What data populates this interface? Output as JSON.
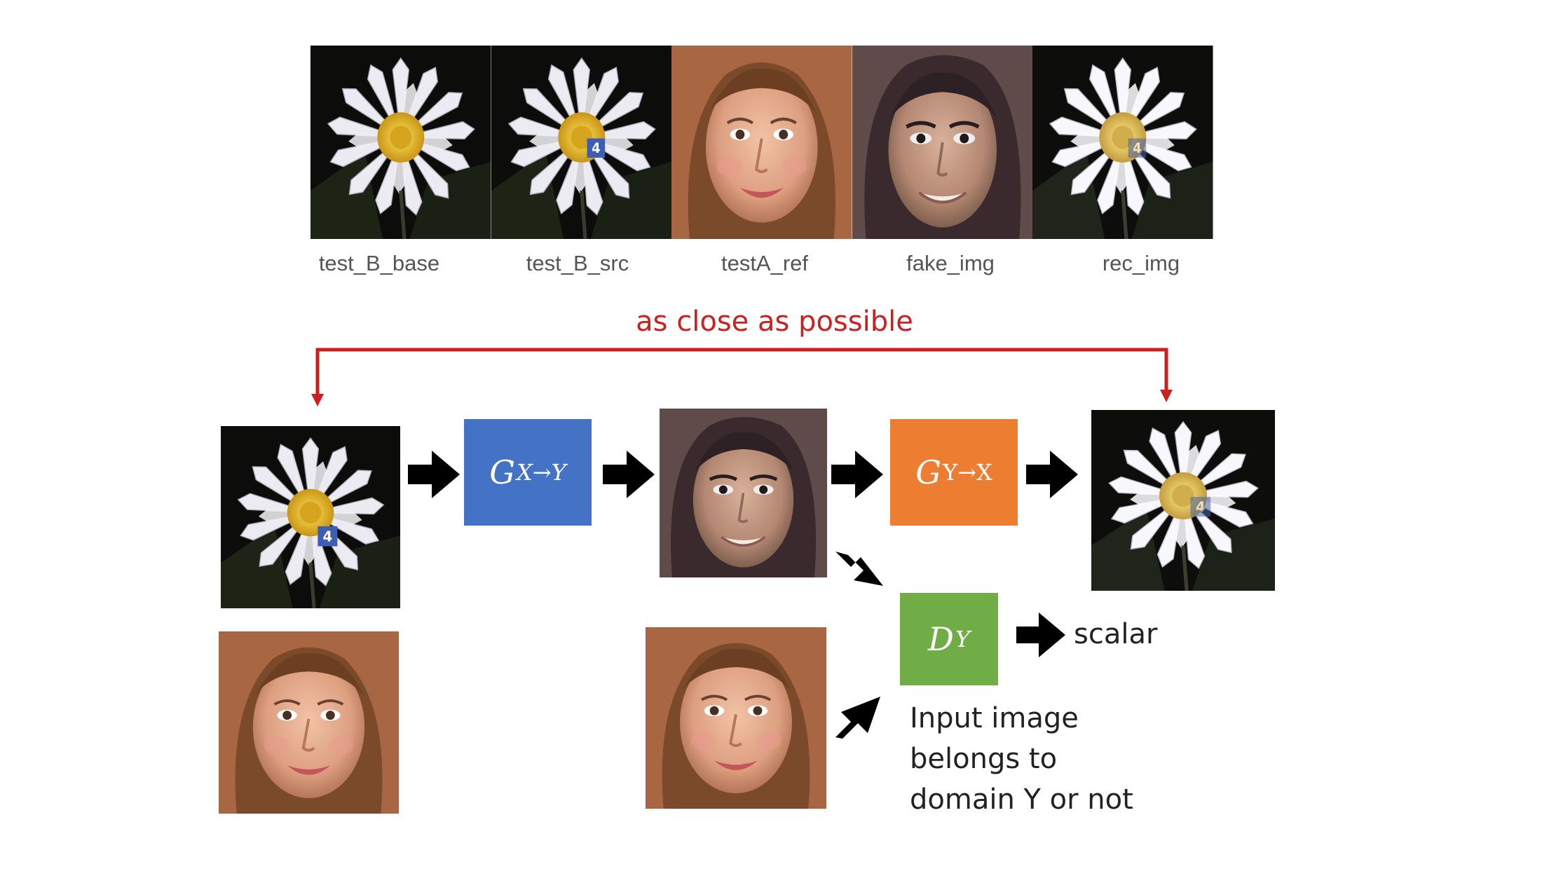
{
  "top_strip": {
    "captions": [
      "test_B_base",
      "test_B_src",
      "testA_ref",
      "fake_img",
      "rec_img"
    ]
  },
  "bracket": {
    "label": "as close as possible"
  },
  "diagram": {
    "generator_xy": {
      "symbol": "G",
      "subscript": "X→Y"
    },
    "generator_yx": {
      "symbol": "G",
      "subscript": "Y→X"
    },
    "discriminator": {
      "symbol": "D",
      "subscript": "Y"
    },
    "output_label": "scalar",
    "discriminator_description": [
      "Input image",
      "belongs to",
      "domain Y or not"
    ]
  },
  "colors": {
    "generator_xy": "#4472c4",
    "generator_yx": "#ed7d31",
    "discriminator": "#70ad47",
    "bracket": "#cc1f1f",
    "arrows": "#000000"
  }
}
